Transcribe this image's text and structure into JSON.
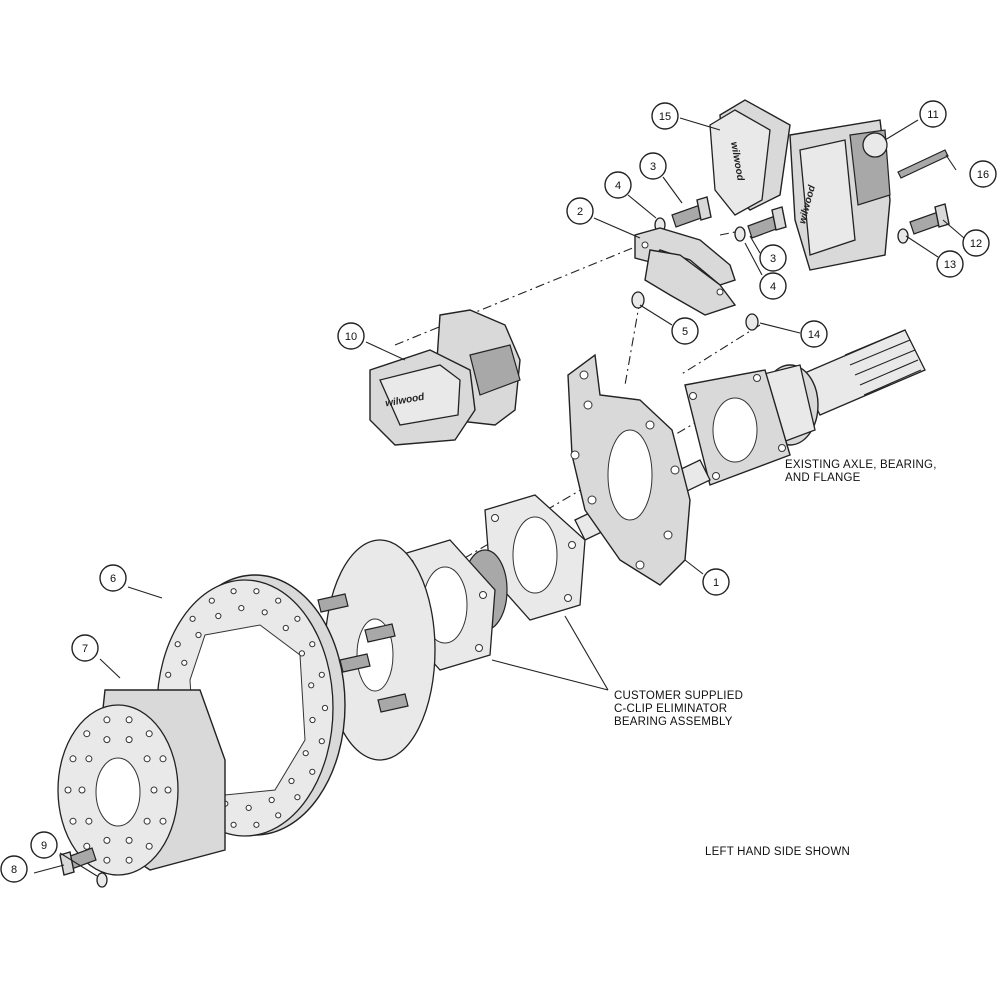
{
  "callouts": [
    {
      "id": "1",
      "label": "1"
    },
    {
      "id": "2",
      "label": "2"
    },
    {
      "id": "3a",
      "label": "3"
    },
    {
      "id": "3b",
      "label": "3"
    },
    {
      "id": "4a",
      "label": "4"
    },
    {
      "id": "4b",
      "label": "4"
    },
    {
      "id": "5",
      "label": "5"
    },
    {
      "id": "6",
      "label": "6"
    },
    {
      "id": "7",
      "label": "7"
    },
    {
      "id": "8",
      "label": "8"
    },
    {
      "id": "9",
      "label": "9"
    },
    {
      "id": "10",
      "label": "10"
    },
    {
      "id": "11",
      "label": "11"
    },
    {
      "id": "12",
      "label": "12"
    },
    {
      "id": "13",
      "label": "13"
    },
    {
      "id": "14",
      "label": "14"
    },
    {
      "id": "15",
      "label": "15"
    },
    {
      "id": "16",
      "label": "16"
    }
  ],
  "notes": {
    "existing_axle": [
      "EXISTING AXLE, BEARING,",
      "AND FLANGE"
    ],
    "customer_supplied": [
      "CUSTOMER SUPPLIED",
      "C-CLIP ELIMINATOR",
      "BEARING ASSEMBLY"
    ],
    "side_shown": "LEFT HAND SIDE SHOWN"
  },
  "brand_marks": {
    "caliper_logo": "wilwood",
    "pad_logo": "wilwood"
  }
}
